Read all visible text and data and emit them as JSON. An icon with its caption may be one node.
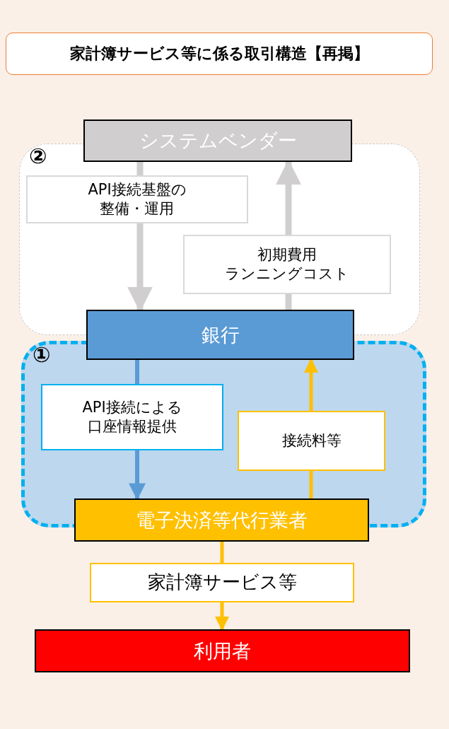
{
  "diagram": {
    "title": "家計簿サービス等に係る取引構造【再掲】",
    "nodes": [
      {
        "text": [
          "システムベンダー"
        ]
      },
      {
        "text": [
          "銀行"
        ]
      },
      {
        "text": [
          "電子決済等代行業者"
        ]
      },
      {
        "text": [
          "利用者"
        ]
      }
    ],
    "edges": [
      {
        "from": 0,
        "to": 1,
        "arrow": "to",
        "label": "API接続基盤の整備・運用",
        "color": "#d0cece"
      },
      {
        "from": 1,
        "to": 0,
        "arrow": "to",
        "label": "初期費用ランニングコスト",
        "color": "#d0cece"
      },
      {
        "from": 1,
        "to": 2,
        "arrow": "to",
        "label": "API接続による口座情報提供",
        "color": "#5b9bd5"
      },
      {
        "from": 2,
        "to": 1,
        "arrow": "to",
        "label": "接続料等",
        "color": "#ffc000"
      },
      {
        "from": 2,
        "to": 3,
        "arrow": "to",
        "label": "家計簿サービス等",
        "color": "#ffc000"
      }
    ],
    "labels": [
      "②",
      "①"
    ]
  }
}
